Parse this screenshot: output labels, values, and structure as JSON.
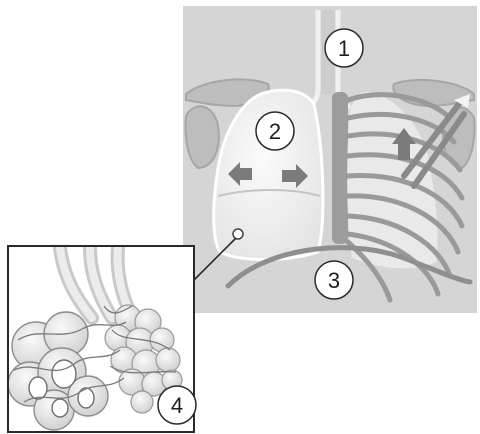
{
  "labels": {
    "one": "1",
    "two": "2",
    "three": "3",
    "four": "4"
  },
  "colors": {
    "panel": "#d5d5d5",
    "lung": "#ededed",
    "rib": "#9a9a9a",
    "arrow": "#7b7b7b",
    "outline": "#2a2a2a"
  }
}
